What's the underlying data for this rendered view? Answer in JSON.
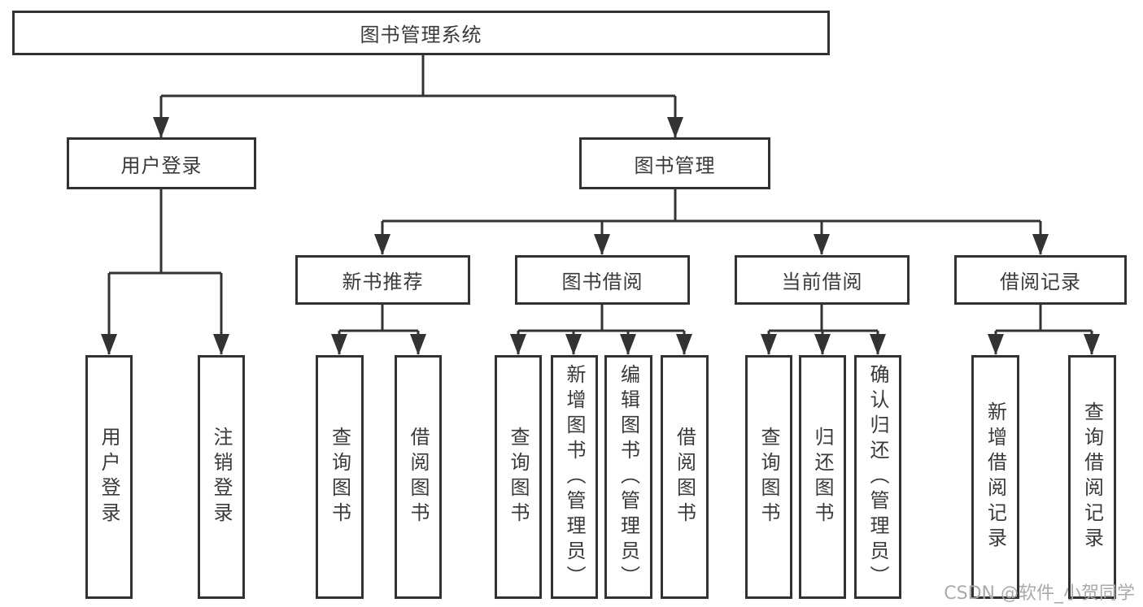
{
  "tree": {
    "label": "图书管理系统",
    "children": [
      {
        "label": "用户登录",
        "children": [
          {
            "label": "用户登录"
          },
          {
            "label": "注销登录"
          }
        ]
      },
      {
        "label": "图书管理",
        "children": [
          {
            "label": "新书推荐",
            "children": [
              {
                "label": "查询图书"
              },
              {
                "label": "借阅图书"
              }
            ]
          },
          {
            "label": "图书借阅",
            "children": [
              {
                "label": "查询图书"
              },
              {
                "label": "新增图书（管理员）"
              },
              {
                "label": "编辑图书（管理员）"
              },
              {
                "label": "借阅图书"
              }
            ]
          },
          {
            "label": "当前借阅",
            "children": [
              {
                "label": "查询图书"
              },
              {
                "label": "归还图书"
              },
              {
                "label": "确认归还（管理员）"
              }
            ]
          },
          {
            "label": "借阅记录",
            "children": [
              {
                "label": "新增借阅记录"
              },
              {
                "label": "查询借阅记录"
              }
            ]
          }
        ]
      }
    ]
  },
  "watermark": {
    "text": "CSDN @软件_小贺同学"
  },
  "colors": {
    "line": "#333333",
    "box_border": "#323232",
    "text": "#3a3a3a",
    "background": "#ffffff",
    "watermark": "#aaaaaa"
  }
}
